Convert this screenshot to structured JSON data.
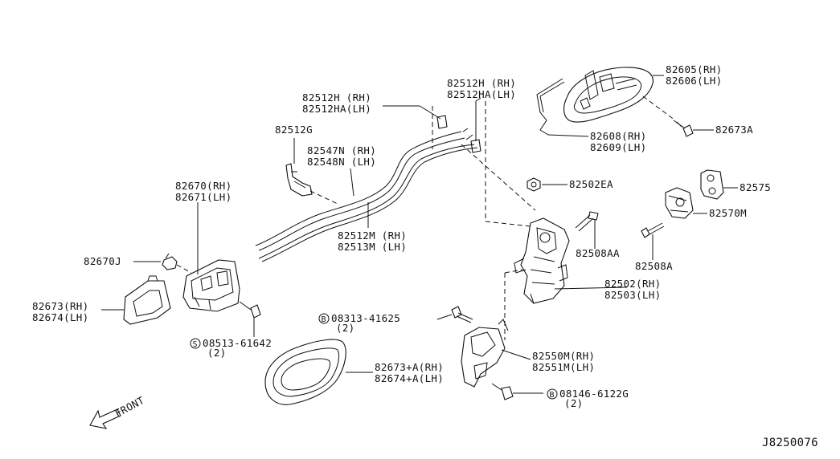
{
  "diagram_id": "J8250076",
  "front_label": "FRONT",
  "callouts": {
    "c82605": {
      "line1": "82605(RH)",
      "line2": "82606(LH)"
    },
    "c82608": {
      "line1": "82608(RH)",
      "line2": "82609(LH)"
    },
    "c82673A": {
      "line1": "82673A"
    },
    "c82512H_top": {
      "line1": "82512H  (RH)",
      "line2": "82512HA(LH)"
    },
    "c82512H_left": {
      "line1": "82512H  (RH)",
      "line2": "82512HA(LH)"
    },
    "c82512G": {
      "line1": "82512G"
    },
    "c82547N": {
      "line1": "82547N (RH)",
      "line2": "82548N (LH)"
    },
    "c82512M": {
      "line1": "82512M (RH)",
      "line2": "82513M (LH)"
    },
    "c82670": {
      "line1": "82670(RH)",
      "line2": "82671(LH)"
    },
    "c82670J": {
      "line1": "82670J"
    },
    "c82673": {
      "line1": "82673(RH)",
      "line2": "82674(LH)"
    },
    "c08513": {
      "symbol": "S",
      "line1": "08513-61642",
      "line2": "(2)"
    },
    "c82502EA": {
      "line1": "82502EA"
    },
    "c82575": {
      "line1": "82575"
    },
    "c82570M": {
      "line1": "82570M"
    },
    "c82508AA": {
      "line1": "82508AA"
    },
    "c82508A": {
      "line1": "82508A"
    },
    "c82502": {
      "line1": "82502(RH)",
      "line2": "82503(LH)"
    },
    "c08313": {
      "symbol": "B",
      "line1": "08313-41625",
      "line2": "(2)"
    },
    "c82550M": {
      "line1": "82550M(RH)",
      "line2": "82551M(LH)"
    },
    "c82673A_RH": {
      "line1": "82673+A(RH)",
      "line2": "82674+A(LH)"
    },
    "c08146": {
      "symbol": "B",
      "line1": "08146-6122G",
      "line2": "(2)"
    }
  }
}
